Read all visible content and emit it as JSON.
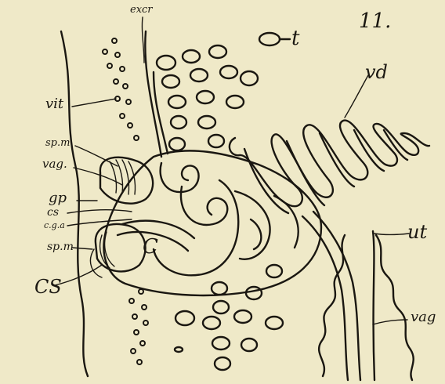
{
  "figure": {
    "number": "11.",
    "labels": {
      "excr": "excr",
      "t": "t",
      "vd": "vd",
      "vit": "vit",
      "spm_upper": "sp.m",
      "vag_upper": "vag.",
      "gp": "gp",
      "cs_small": "cs",
      "cga": "c.g.a",
      "spm_lower": "sp.m",
      "c": "C",
      "cs_large": "CS",
      "ut": "ut",
      "vag_right": "vag"
    }
  }
}
